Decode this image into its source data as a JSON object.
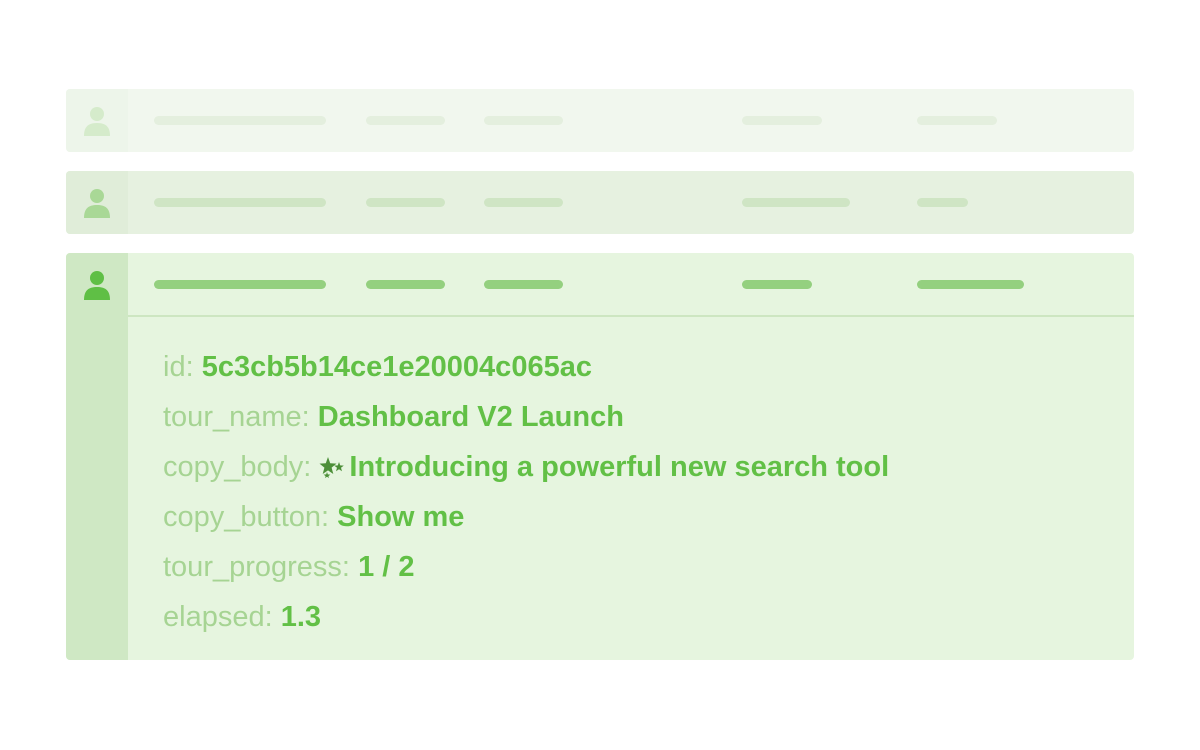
{
  "colors": {
    "accent": "#62c046",
    "key_text": "#a6d493",
    "row_active_bg": "#e6f5df"
  },
  "rows": [
    {
      "state": "faded",
      "icon": "user-icon"
    },
    {
      "state": "muted",
      "icon": "user-icon"
    },
    {
      "state": "expanded",
      "icon": "user-icon"
    }
  ],
  "details": {
    "id": {
      "key": "id:",
      "value": "5c3cb5b14ce1e20004c065ac"
    },
    "tour_name": {
      "key": "tour_name:",
      "value": "Dashboard V2 Launch"
    },
    "copy_body": {
      "key": "copy_body:",
      "icon": "sparkles-icon",
      "value": "Introducing a powerful new search tool"
    },
    "copy_button": {
      "key": "copy_button:",
      "value": "Show me"
    },
    "tour_progress": {
      "key": "tour_progress:",
      "value": "1 / 2"
    },
    "elapsed": {
      "key": "elapsed:",
      "value": "1.3"
    }
  }
}
